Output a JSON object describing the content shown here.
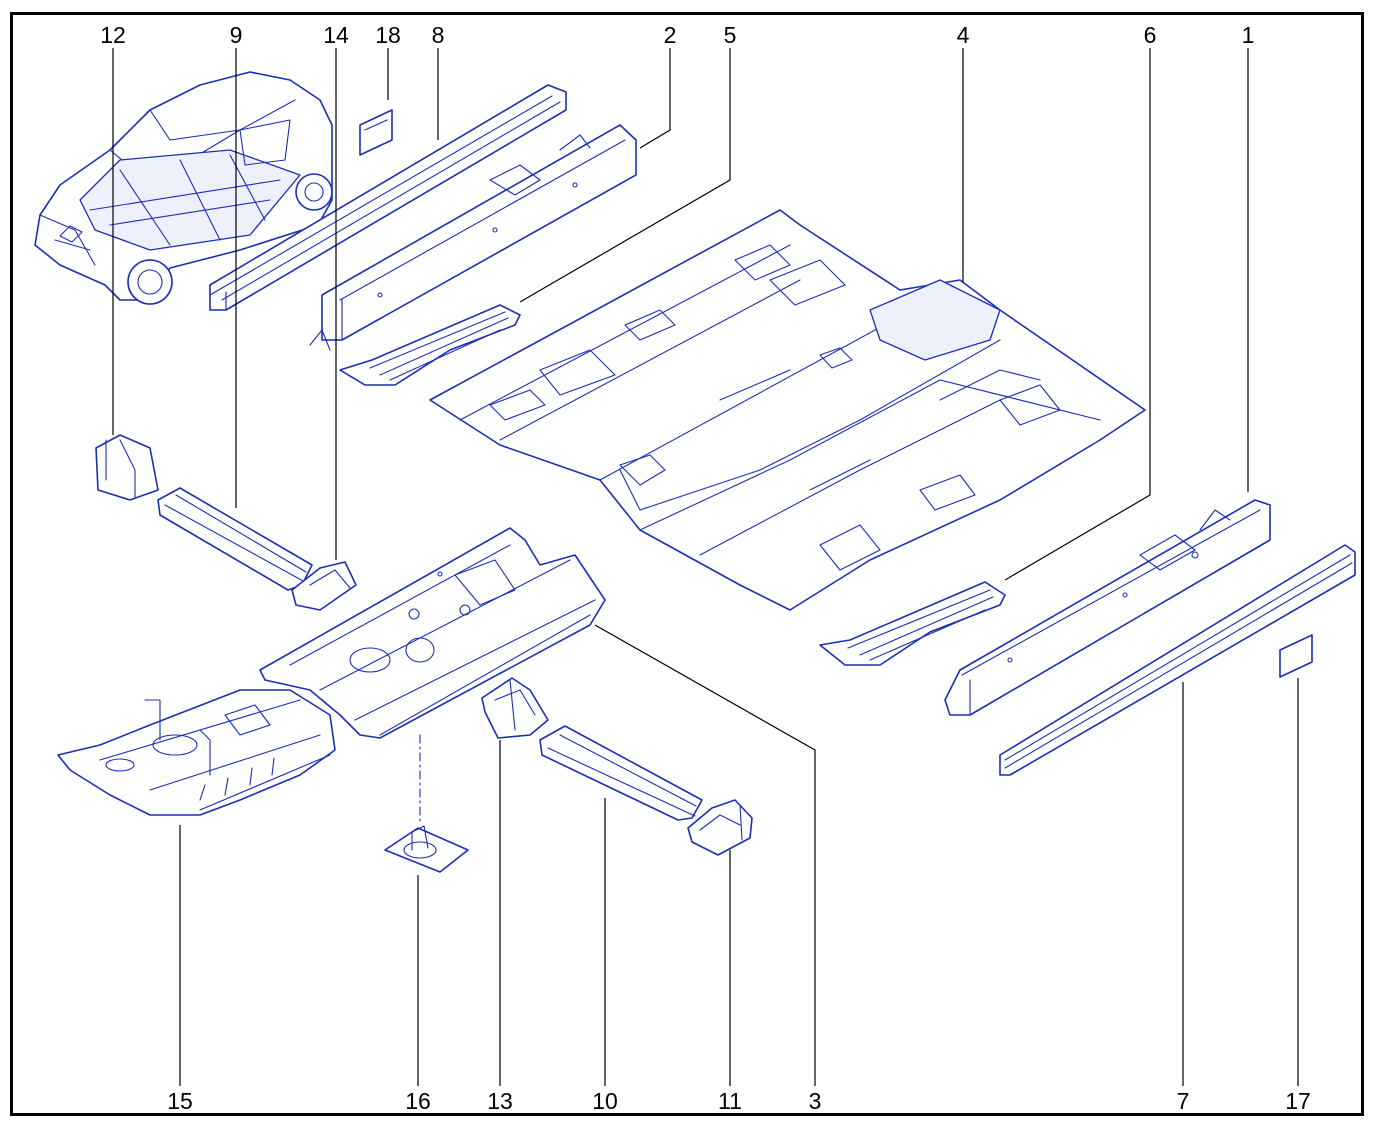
{
  "diagram": {
    "callouts": [
      "12",
      "9",
      "14",
      "18",
      "8",
      "2",
      "5",
      "4",
      "6",
      "1",
      "15",
      "16",
      "13",
      "10",
      "11",
      "3",
      "7",
      "17"
    ]
  },
  "colors": {
    "line_art": "#1b2fb5",
    "labels": "#000000",
    "background": "#ffffff"
  }
}
